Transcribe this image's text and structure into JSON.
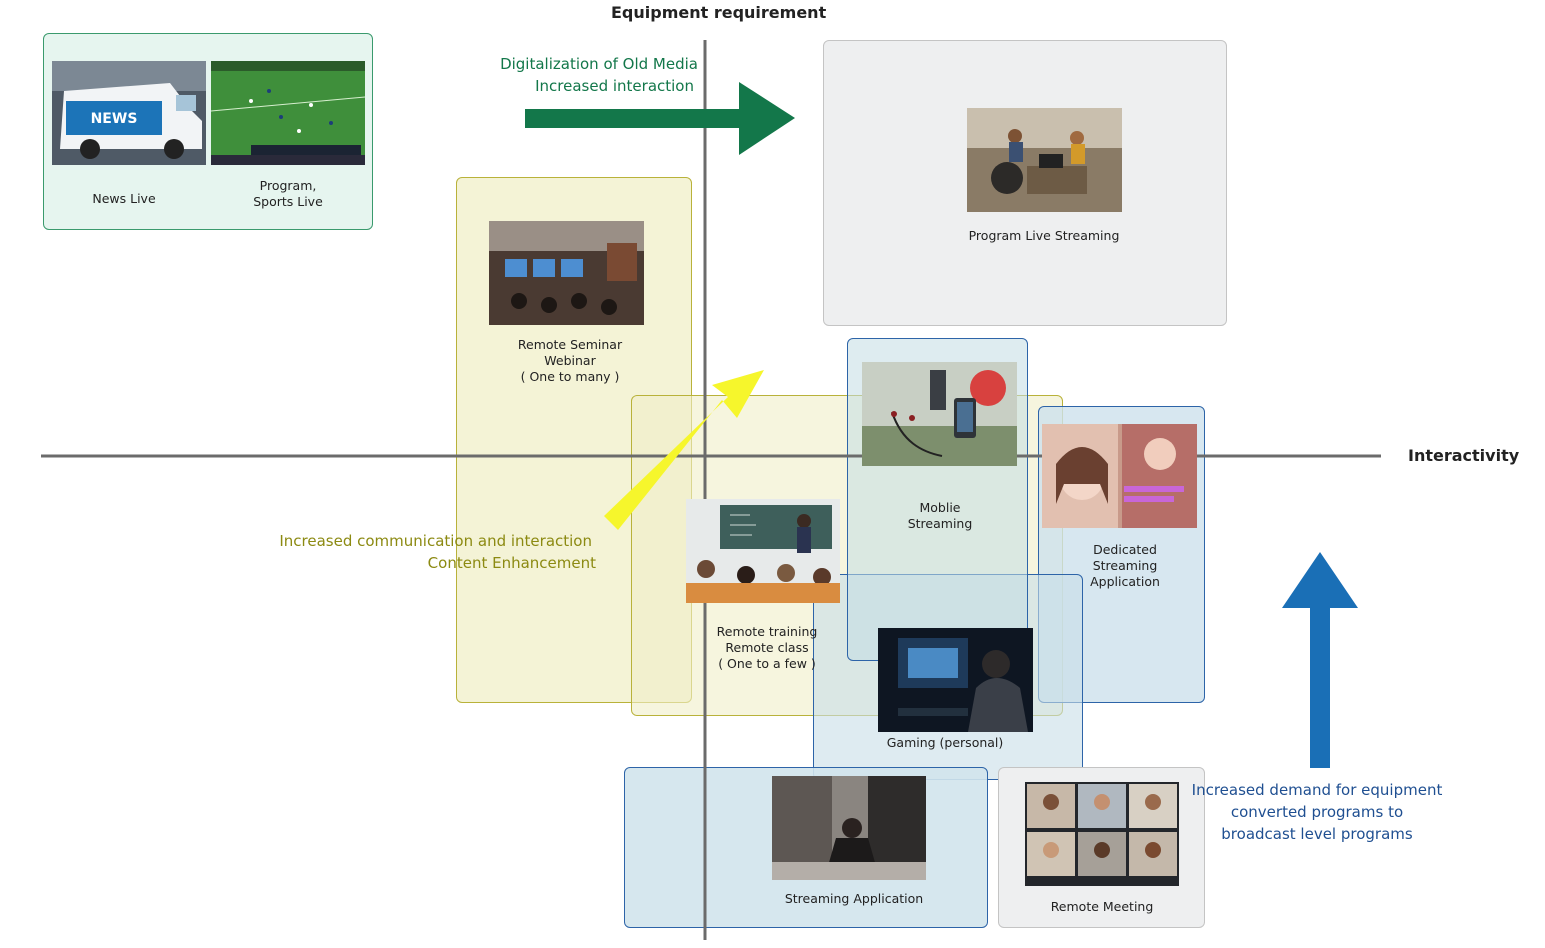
{
  "axes": {
    "y_title": "Equipment requirement",
    "x_title": "Interactivity"
  },
  "notes": {
    "green": {
      "line1": "Digitalization of Old Media",
      "line2": "Increased interaction",
      "color": "#13774a"
    },
    "olive": {
      "line1": "Increased communication and interaction",
      "line2": "Content Enhancement",
      "color": "#8c8a12"
    },
    "blue": {
      "line1": "Increased demand for equipment",
      "line2": "converted programs to",
      "line3": "broadcast level programs",
      "color": "#1f4f91"
    }
  },
  "items": {
    "news_live": "News Live",
    "program_sports_live": "Program,\nSports Live",
    "program_live_streaming": "Program Live Streaming",
    "remote_seminar": "Remote Seminar\nWebinar\n( One to many )",
    "mobile_streaming": "Moblie\nStreaming",
    "dedicated_streaming": "Dedicated\nStreaming\nApplication",
    "remote_training": "Remote training\nRemote class\n( One to a few )",
    "gaming": "Gaming (personal)",
    "streaming_application": "Streaming Application",
    "remote_meeting": "Remote Meeting"
  },
  "colors": {
    "green_zone": "#e6f5ef",
    "yellow_zone": "#f5f4d6",
    "gray_zone": "#eeeff0",
    "blue_zone": "#d9e9f0",
    "green_arrow": "#13774a",
    "yellow_arrow": "#f6f62c",
    "blue_arrow": "#1a6fb6"
  },
  "photo_labels": {
    "news_van": "NEWS"
  }
}
